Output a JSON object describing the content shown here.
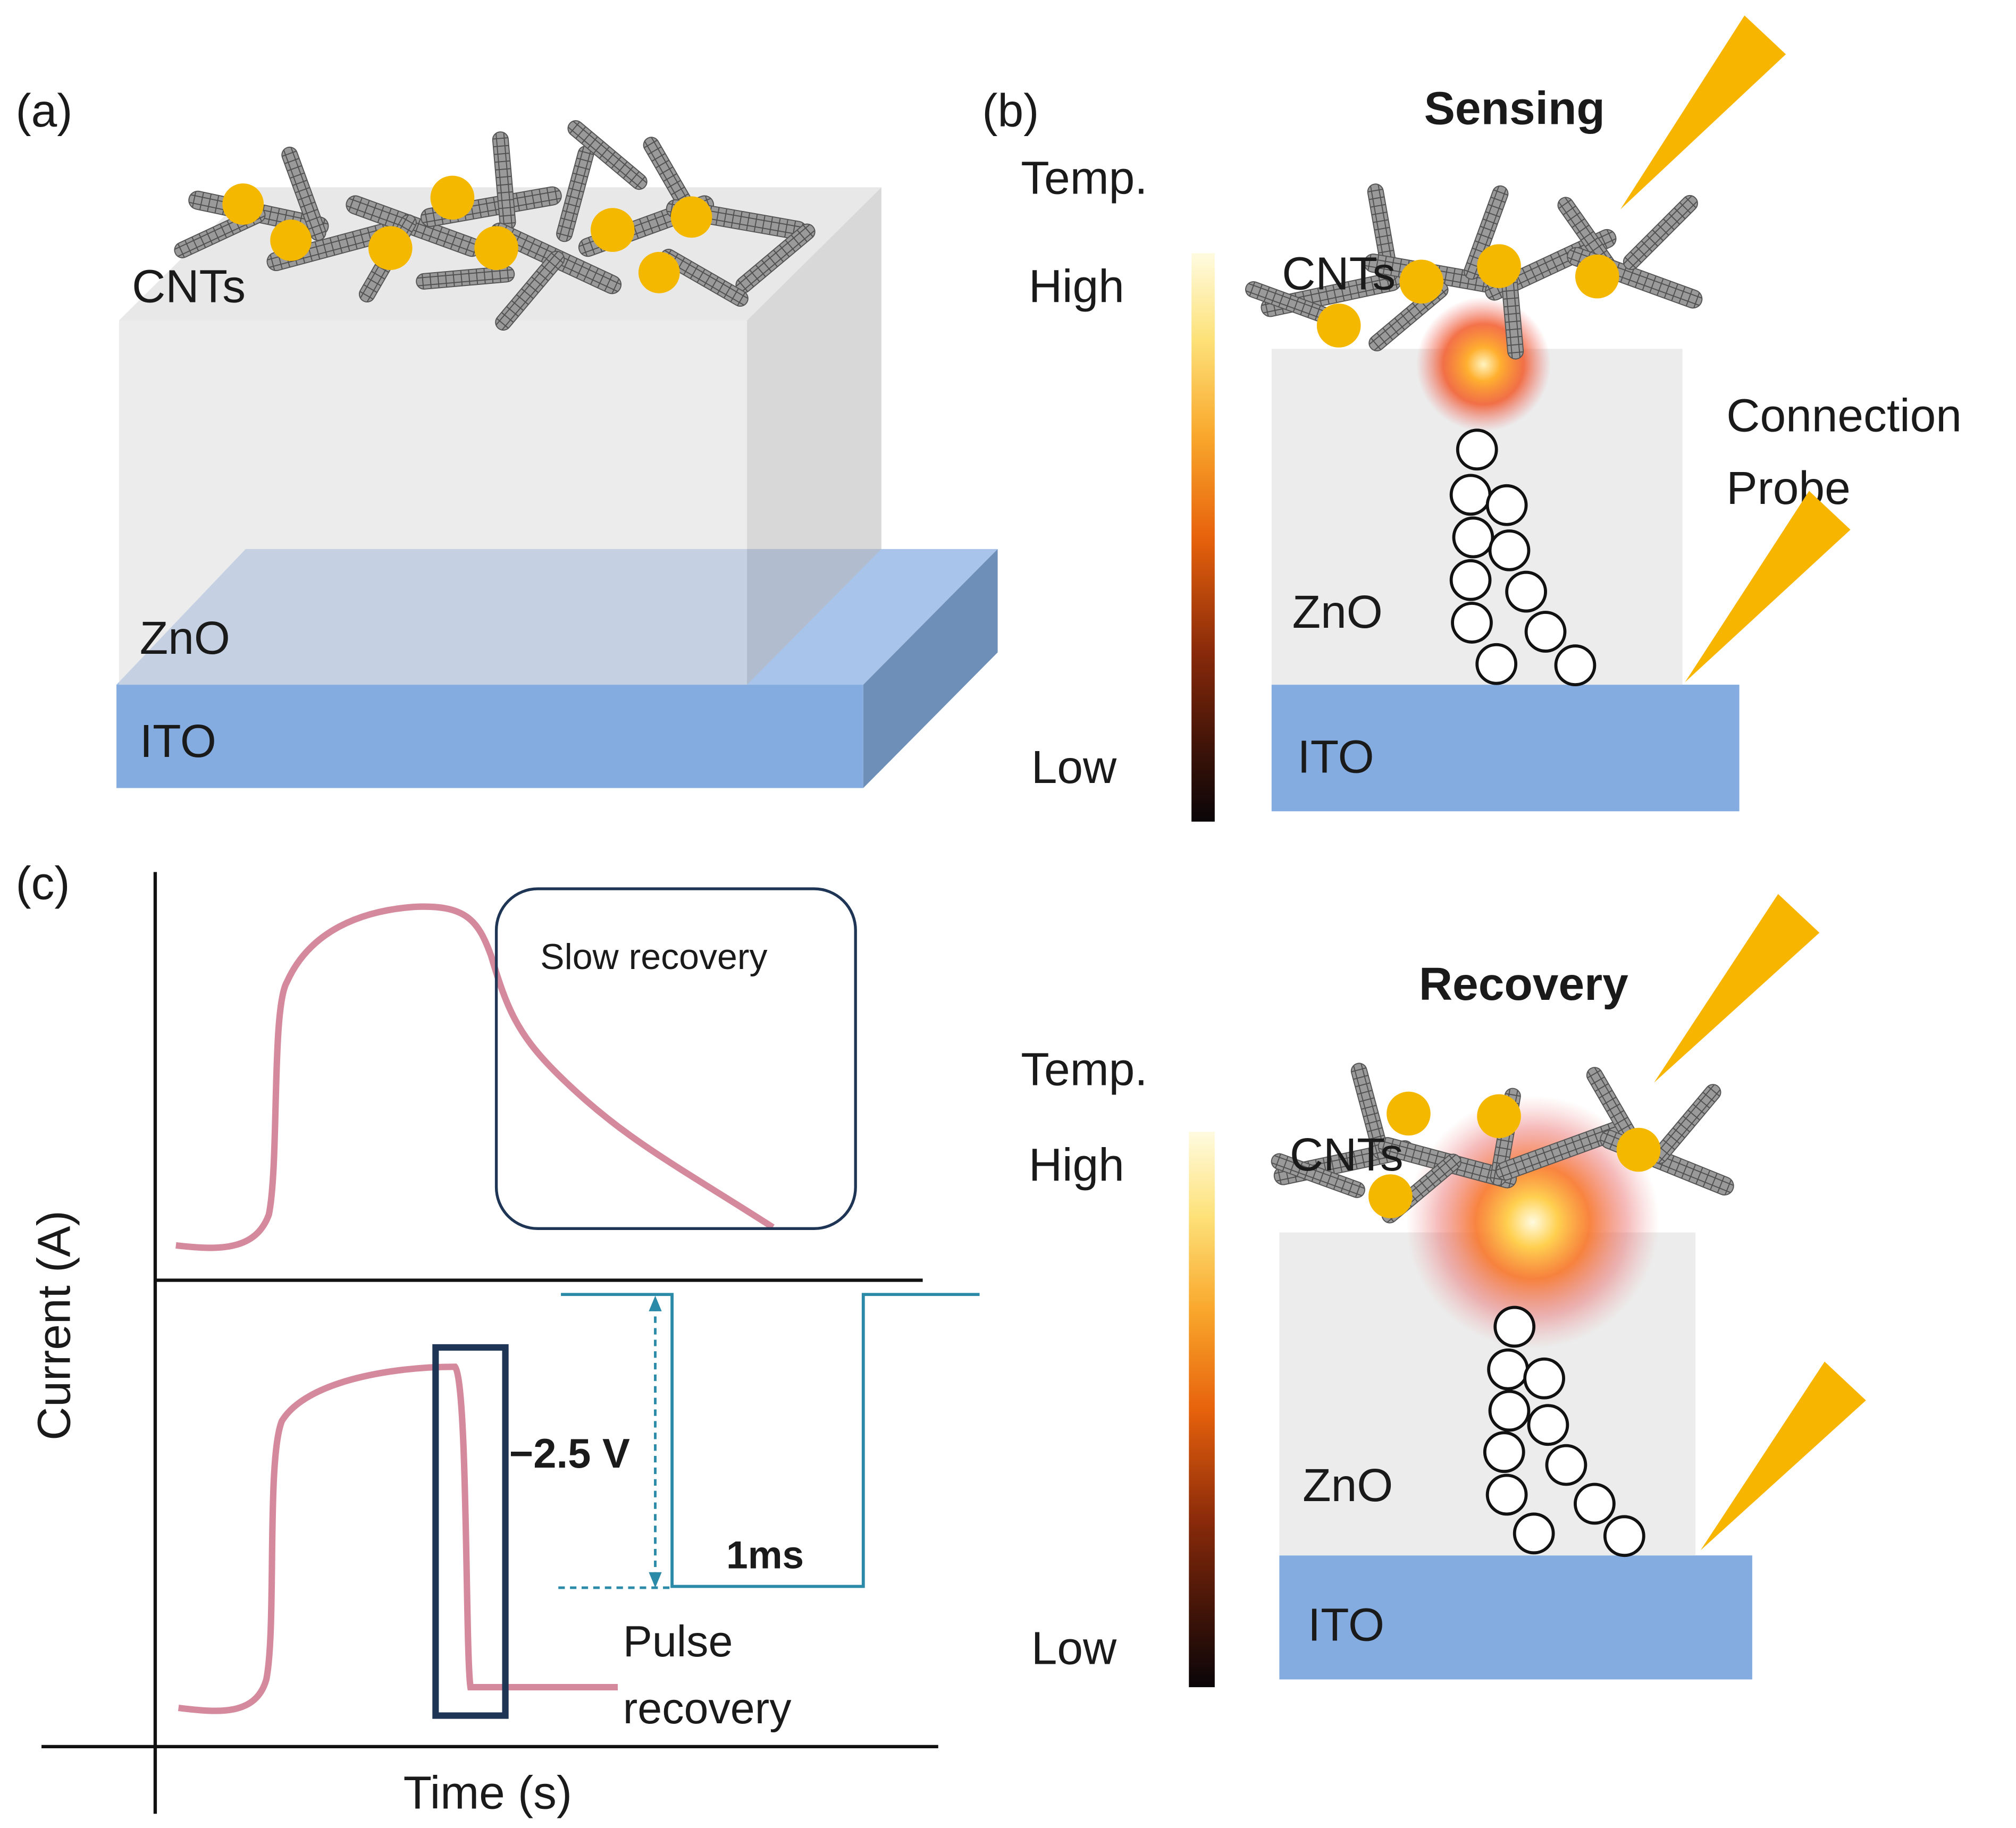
{
  "panel_a": {
    "label": "(a)",
    "cnts_label": "CNTs",
    "zno_label": "ZnO",
    "ito_label": "ITO"
  },
  "panel_b_sensing": {
    "label": "(b)",
    "title": "Sensing",
    "temp_label": "Temp.",
    "high_label": "High",
    "low_label": "Low",
    "cnts_label": "CNTs",
    "zno_label": "ZnO",
    "ito_label": "ITO",
    "probe_label_line1": "Connection",
    "probe_label_line2": "Probe"
  },
  "panel_b_recovery": {
    "title": "Recovery",
    "temp_label": "Temp.",
    "high_label": "High",
    "low_label": "Low",
    "cnts_label": "CNTs",
    "zno_label": "ZnO",
    "ito_label": "ITO"
  },
  "panel_c": {
    "label": "(c)",
    "y_axis_label": "Current (A)",
    "x_axis_label": "Time (s)",
    "slow_recovery_label": "Slow recovery",
    "voltage_label": "−2.5 V",
    "pulse_width_label": "1ms",
    "pulse_recovery_line1": "Pulse",
    "pulse_recovery_line2": "recovery"
  },
  "colors": {
    "ito_blue": "#84ace0",
    "zno_gray": "#ececec",
    "nanoparticle": "#f5b800",
    "probe": "#f7b500",
    "current_curve": "#d48a9c",
    "pulse_line": "#2a8aa8",
    "box_navy": "#1e3556"
  }
}
